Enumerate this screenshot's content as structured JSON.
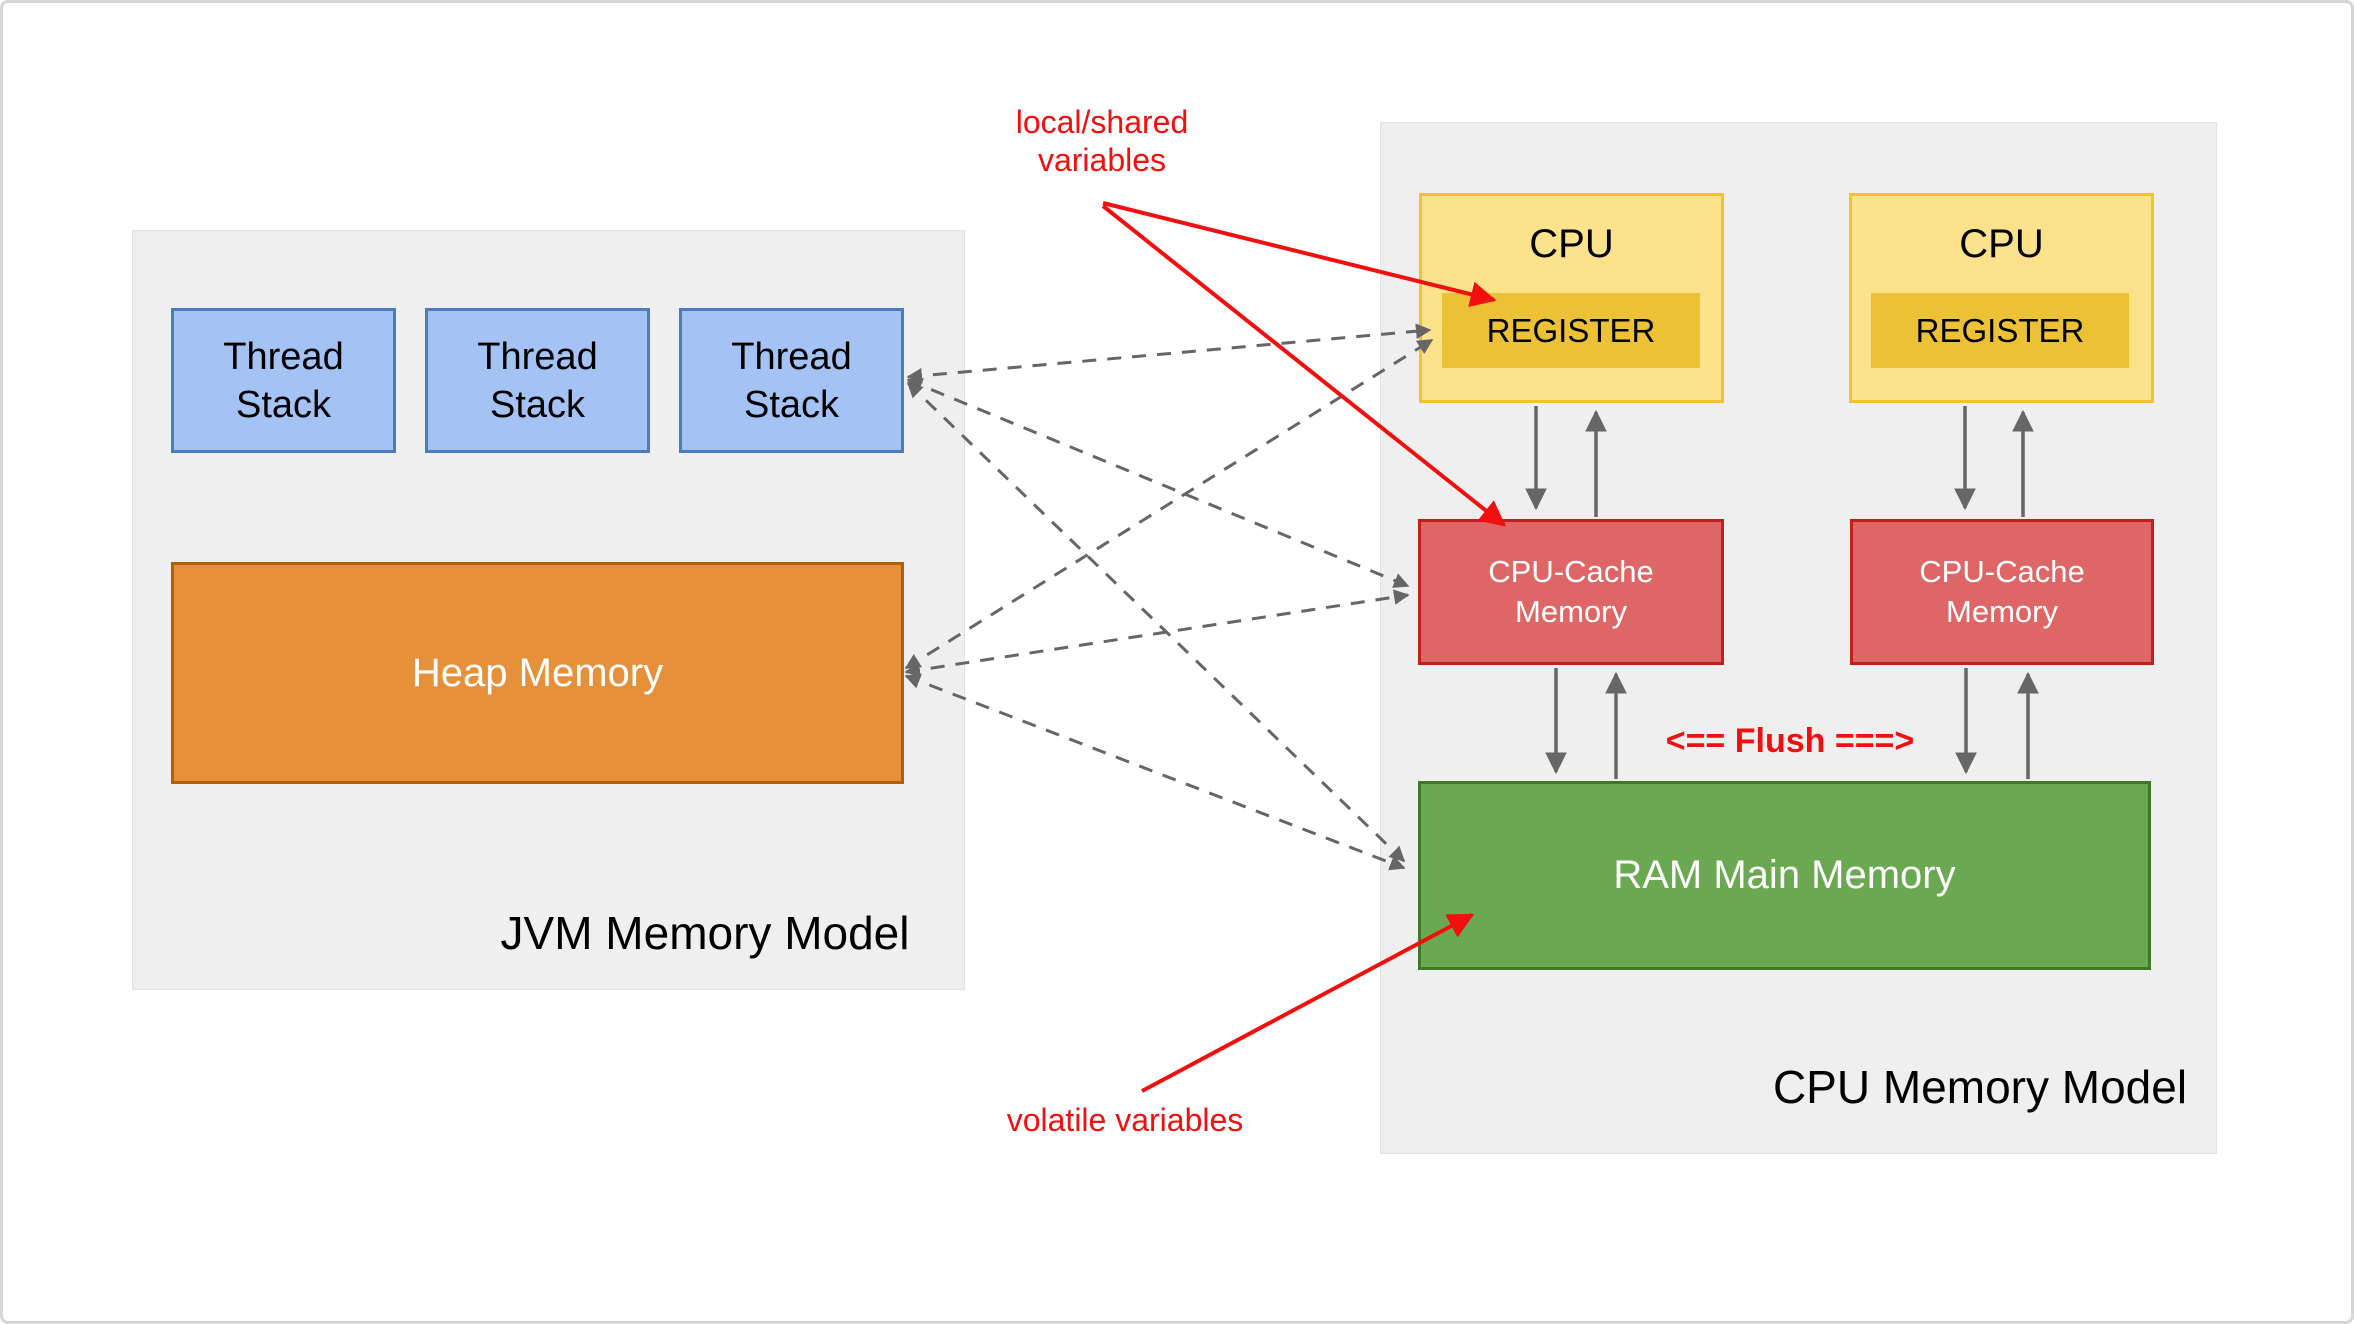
{
  "jvm": {
    "title": "JVM Memory Model",
    "thread_stacks": [
      "Thread Stack",
      "Thread Stack",
      "Thread Stack"
    ],
    "heap_label": "Heap Memory"
  },
  "cpu": {
    "title": "CPU Memory Model",
    "units": [
      {
        "cpu_label": "CPU",
        "register_label": "REGISTER",
        "cache_line1": "CPU-Cache",
        "cache_line2": "Memory"
      },
      {
        "cpu_label": "CPU",
        "register_label": "REGISTER",
        "cache_line1": "CPU-Cache",
        "cache_line2": "Memory"
      }
    ],
    "ram_label": "RAM Main Memory"
  },
  "annotations": {
    "local_shared_line1": "local/shared",
    "local_shared_line2": "variables",
    "volatile_label": "volatile variables",
    "flush_label": "<== Flush ===>"
  },
  "colors": {
    "annotation_red": "#f10f0f",
    "thread_stack_fill": "#a4c2f4",
    "thread_stack_border": "#4a7dbe",
    "heap_fill": "#e6913a",
    "heap_border": "#b45f06",
    "cpu_fill": "#fbe28b",
    "cpu_border": "#f2c232",
    "register_fill": "#edc136",
    "cache_fill": "#df6666",
    "cache_border": "#c41f1f",
    "ram_fill": "#6aa852",
    "ram_border": "#3d7a26",
    "panel_fill": "#efefef",
    "arrow_gray": "#666666"
  }
}
